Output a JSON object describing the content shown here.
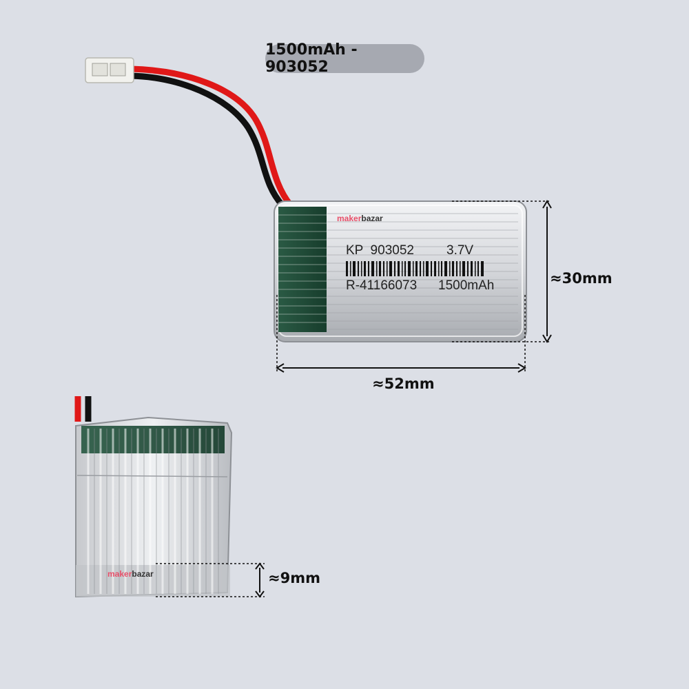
{
  "title": "1500mAh - 903052",
  "battery_label": {
    "brand_prefix": "maker",
    "brand_suffix": "bazar",
    "model_line_left": "KP  903052",
    "voltage": "3.7V",
    "serial": "R-41166073",
    "capacity": "1500mAh"
  },
  "dimensions": {
    "height": "≈30mm",
    "width": "≈52mm",
    "thickness": "≈9mm"
  },
  "side_view": {
    "brand_prefix": "maker",
    "brand_suffix": "bazar"
  },
  "colors": {
    "background": "#dcdfe6",
    "pill": "#a6a9b1",
    "wrap_green": "#1f4d38",
    "wire_red": "#e01818",
    "wire_black": "#111111",
    "brand_accent": "#e8506a"
  }
}
